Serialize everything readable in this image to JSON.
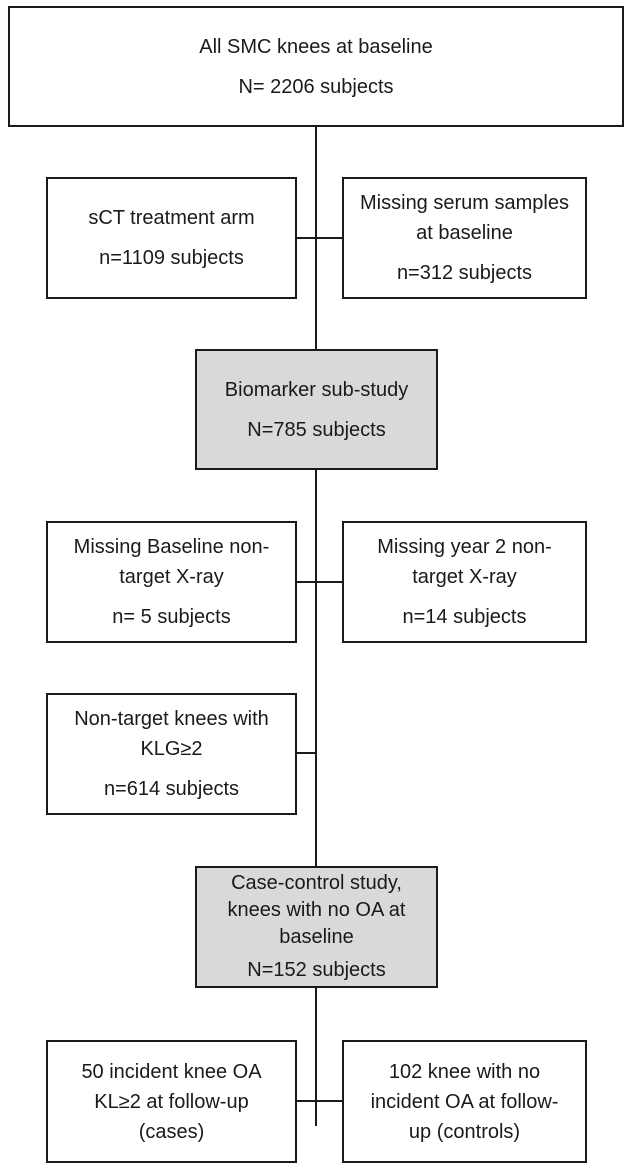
{
  "flowchart": {
    "all_knees": {
      "title": "All SMC knees at baseline",
      "count": "N= 2206 subjects"
    },
    "treatment_arm": {
      "title": "sCT treatment arm",
      "count": "n=1109 subjects"
    },
    "missing_serum": {
      "title_1": "Missing serum samples",
      "title_2": "at baseline",
      "count": "n=312 subjects"
    },
    "biomarker_substudy": {
      "title": "Biomarker  sub-study",
      "count": "N=785 subjects"
    },
    "missing_baseline_xray": {
      "title_1": "Missing Baseline non-",
      "title_2": "target X-ray",
      "count": "n= 5 subjects"
    },
    "missing_year2_xray": {
      "title_1": "Missing year 2 non-",
      "title_2": "target X-ray",
      "count": "n=14 subjects"
    },
    "nontarget_klg": {
      "title_1": "Non-target knees with",
      "title_2": "KLG≥2",
      "count": "n=614 subjects"
    },
    "case_control": {
      "title_1": "Case-control study,",
      "title_2": "knees with no OA at",
      "title_3": "baseline",
      "count": "N=152 subjects"
    },
    "cases": {
      "line_1": "50 incident knee OA",
      "line_2": "KL≥2 at follow-up",
      "line_3": "(cases)"
    },
    "controls": {
      "line_1": "102 knee with no",
      "line_2": "incident  OA at follow-",
      "line_3": "up (controls)"
    }
  }
}
